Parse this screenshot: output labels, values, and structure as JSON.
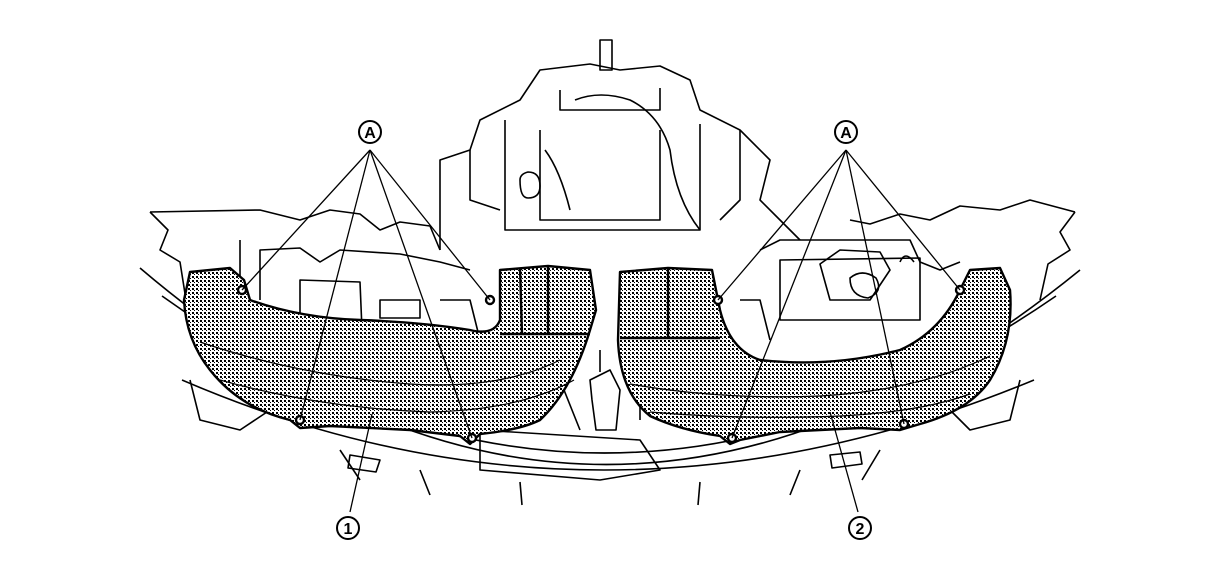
{
  "figure": {
    "callouts": [
      {
        "id": "A-left",
        "letter": "A"
      },
      {
        "id": "A-right",
        "letter": "A"
      }
    ],
    "parts": [
      {
        "id": "part-1",
        "number": "1"
      },
      {
        "id": "part-2",
        "number": "2"
      }
    ]
  },
  "colors": {
    "line": "#000000",
    "paper": "#ffffff",
    "shade": "#8a8a8a"
  }
}
